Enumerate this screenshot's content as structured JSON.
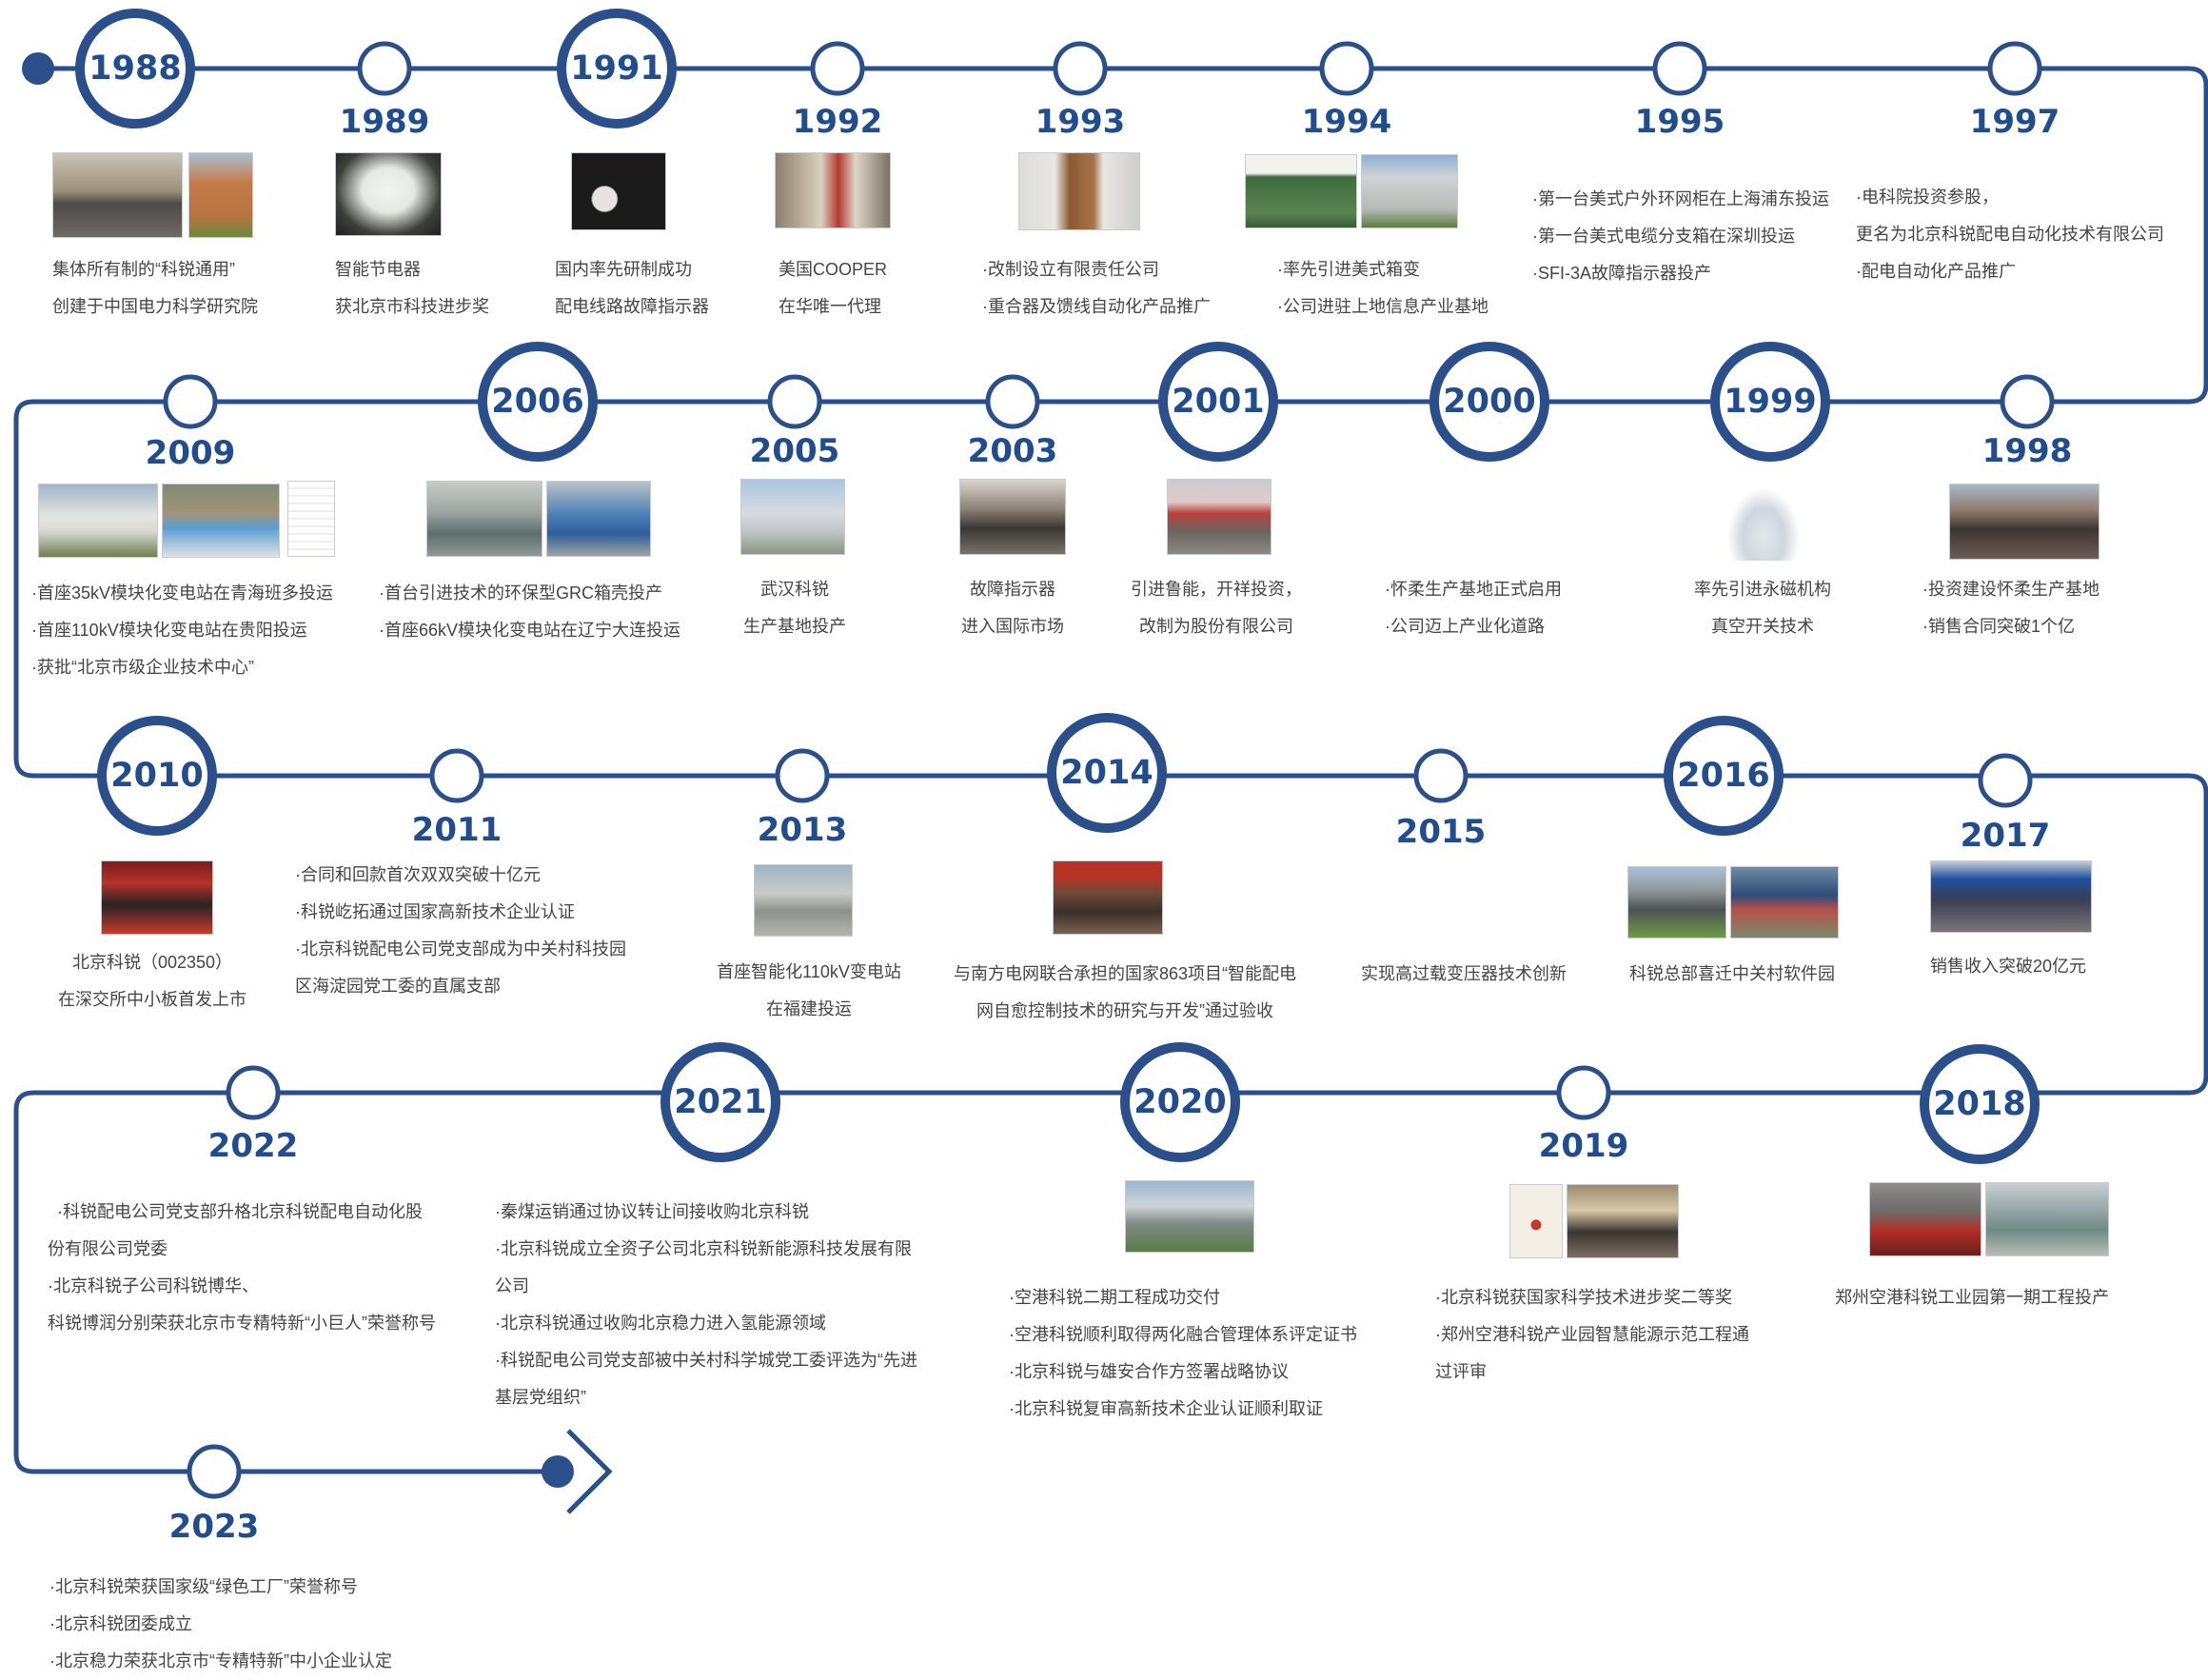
{
  "milestones": [
    {
      "year": "1988",
      "lines": [
        "集体所有制的“科锐通用”",
        "创建于中国电力科学研究院"
      ]
    },
    {
      "year": "1989",
      "lines": [
        "智能节电器",
        "获北京市科技进步奖"
      ]
    },
    {
      "year": "1991",
      "lines": [
        "国内率先研制成功",
        "配电线路故障指示器"
      ]
    },
    {
      "year": "1992",
      "lines": [
        "美国COOPER",
        "在华唯一代理"
      ]
    },
    {
      "year": "1993",
      "lines": [
        "·改制设立有限责任公司",
        "·重合器及馈线自动化产品推广"
      ]
    },
    {
      "year": "1994",
      "lines": [
        "·率先引进美式箱变",
        "·公司进驻上地信息产业基地"
      ]
    },
    {
      "year": "1995",
      "lines": [
        "·第一台美式户外环网柜在上海浦东投运",
        "·第一台美式电缆分支箱在深圳投运",
        "·SFI-3A故障指示器投产"
      ]
    },
    {
      "year": "1997",
      "lines": [
        "·电科院投资参股，",
        "更名为北京科锐配电自动化技术有限公司",
        "·配电自动化产品推广"
      ]
    },
    {
      "year": "1998",
      "lines": [
        "·投资建设怀柔生产基地",
        "·销售合同突破1个亿"
      ]
    },
    {
      "year": "1999",
      "lines": [
        "率先引进永磁机构",
        "真空开关技术"
      ]
    },
    {
      "year": "2000",
      "lines": [
        "·怀柔生产基地正式启用",
        "·公司迈上产业化道路"
      ]
    },
    {
      "year": "2001",
      "lines": [
        "引进鲁能，开祥投资，",
        "改制为股份有限公司"
      ]
    },
    {
      "year": "2003",
      "lines": [
        "故障指示器",
        "进入国际市场"
      ]
    },
    {
      "year": "2005",
      "lines": [
        "武汉科锐",
        "生产基地投产"
      ]
    },
    {
      "year": "2006",
      "lines": [
        "·首台引进技术的环保型GRC箱壳投产",
        "·首座66kV模块化变电站在辽宁大连投运"
      ]
    },
    {
      "year": "2009",
      "lines": [
        "·首座35kV模块化变电站在青海班多投运",
        "·首座110kV模块化变电站在贵阳投运",
        "·获批“北京市级企业技术中心”"
      ]
    },
    {
      "year": "2010",
      "lines": [
        "北京科锐（002350）",
        "在深交所中小板首发上市"
      ]
    },
    {
      "year": "2011",
      "lines": [
        "·合同和回款首次双双突破十亿元",
        "·科锐屹拓通过国家高新技术企业认证",
        "·北京科锐配电公司党支部成为中关村科技园",
        "区海淀园党工委的直属支部"
      ]
    },
    {
      "year": "2013",
      "lines": [
        "首座智能化110kV变电站",
        "在福建投运"
      ]
    },
    {
      "year": "2014",
      "lines": [
        "与南方电网联合承担的国家863项目“智能配电",
        "网自愈控制技术的研究与开发”通过验收"
      ]
    },
    {
      "year": "2015",
      "lines": [
        "实现高过载变压器技术创新"
      ]
    },
    {
      "year": "2016",
      "lines": [
        "科锐总部喜迁中关村软件园"
      ]
    },
    {
      "year": "2017",
      "lines": [
        "销售收入突破20亿元"
      ]
    },
    {
      "year": "2018",
      "lines": [
        "郑州空港科锐工业园第一期工程投产"
      ]
    },
    {
      "year": "2019",
      "lines": [
        "·北京科锐获国家科学技术进步奖二等奖",
        "·郑州空港科锐产业园智慧能源示范工程通",
        "过评审"
      ]
    },
    {
      "year": "2020",
      "lines": [
        "·空港科锐二期工程成功交付",
        "·空港科锐顺利取得两化融合管理体系评定证书",
        "·北京科锐与雄安合作方签署战略协议",
        "·北京科锐复审高新技术企业认证顺利取证"
      ]
    },
    {
      "year": "2021",
      "lines": [
        "·秦煤运销通过协议转让间接收购北京科锐",
        "·北京科锐成立全资子公司北京科锐新能源科技发展有限",
        "公司",
        "·北京科锐通过收购北京稳力进入氢能源领域",
        "·科锐配电公司党支部被中关村科学城党工委评选为“先进",
        "基层党组织”"
      ]
    },
    {
      "year": "2022",
      "lines": [
        "·科锐配电公司党支部升格北京科锐配电自动化股",
        "份有限公司党委",
        "·北京科锐子公司科锐博华、",
        "科锐博润分别荣获北京市专精特新“小巨人”荣誉称号"
      ]
    },
    {
      "year": "2023",
      "lines": [
        "·北京科锐荣获国家级“绿色工厂”荣誉称号",
        "·北京科锐团委成立",
        "·北京稳力荣获北京市“专精特新”中小企业认定"
      ]
    }
  ],
  "colors": {
    "line": "#2a4f8a",
    "year": "#214d8e",
    "text": "#444444"
  }
}
